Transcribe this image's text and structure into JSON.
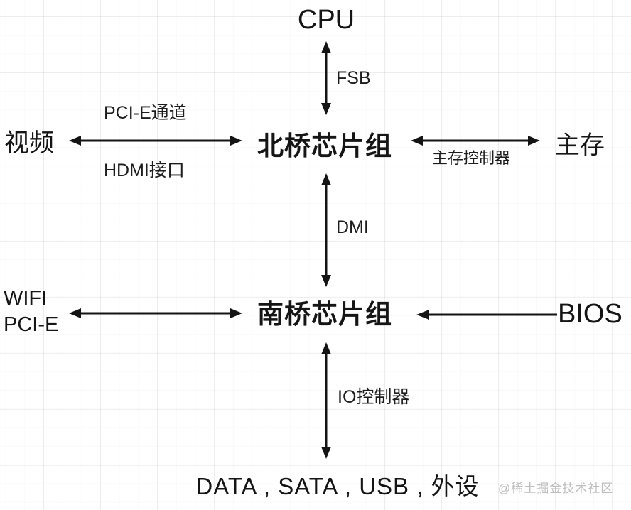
{
  "nodes": {
    "cpu": {
      "label": "CPU"
    },
    "video": {
      "label": "视频"
    },
    "northbridge": {
      "label": "北桥芯片组"
    },
    "memory": {
      "label": "主存"
    },
    "wifi": {
      "line1": "WIFI",
      "line2": "PCI-E"
    },
    "southbridge": {
      "label": "南桥芯片组"
    },
    "bios": {
      "label": "BIOS"
    },
    "peripherals": {
      "label": "DATA , SATA , USB , 外设"
    }
  },
  "edges": {
    "fsb": {
      "label": "FSB"
    },
    "pcie_channel": {
      "label": "PCI-E通道"
    },
    "hdmi": {
      "label": "HDMI接口"
    },
    "memory_controller": {
      "label": "主存控制器"
    },
    "dmi": {
      "label": "DMI"
    },
    "io_controller": {
      "label": "IO控制器"
    }
  },
  "watermark": {
    "label": "@稀土掘金技术社区"
  },
  "colors": {
    "line": "#141414",
    "text": "#151515",
    "grid_major": "#ececec",
    "grid_minor": "#f8f8f8",
    "watermark": "#bdbdbd",
    "background": "#ffffff"
  }
}
